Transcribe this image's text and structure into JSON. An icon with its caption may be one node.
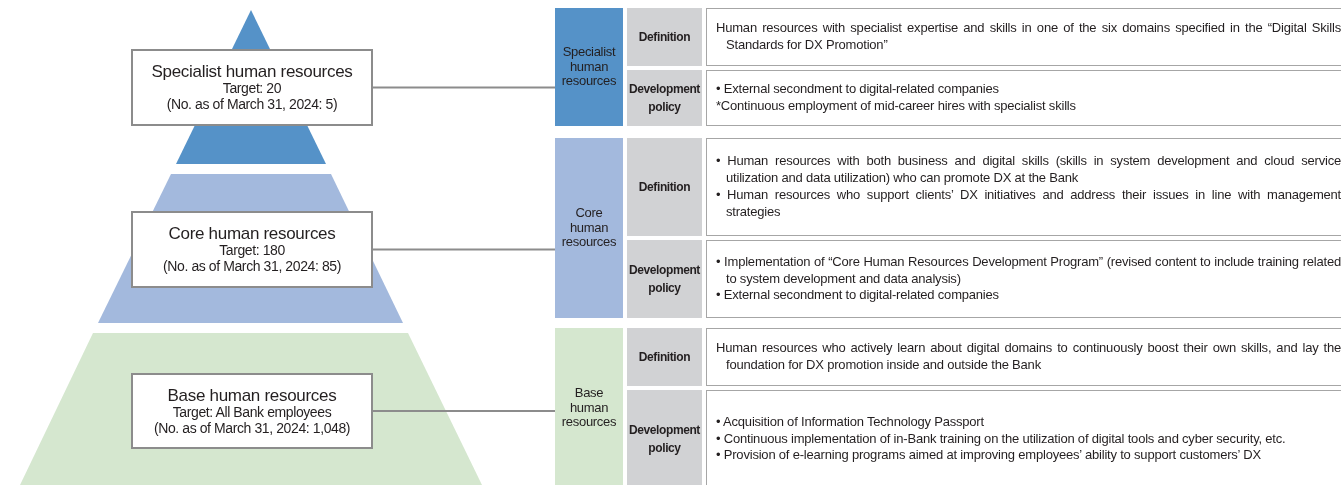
{
  "diagram": {
    "nodes": [
      {
        "text": [
          "Specialist human resources",
          "Target: 20",
          "(No. as of March 31, 2024: 5)"
        ]
      },
      {
        "text": [
          "Specialist human resources"
        ]
      },
      {
        "text": [
          "Definition"
        ]
      },
      {
        "text": [
          "Human resources with specialist expertise and skills in one of the six domains specified in the “Digital Skills Standards for DX Promotion”"
        ]
      },
      {
        "text": [
          "Development policy"
        ]
      },
      {
        "text": [
          "• External secondment to digital-related companies",
          "*Continuous employment of mid-career hires with specialist skills"
        ]
      },
      {
        "text": [
          "Core human resources",
          "Target: 180",
          "(No. as of March 31, 2024: 85)"
        ]
      },
      {
        "text": [
          "Core human resources"
        ]
      },
      {
        "text": [
          "Definition"
        ]
      },
      {
        "text": [
          "• Human resources with both business and digital skills (skills in system development and cloud service utilization and data utilization) who can promote DX at the Bank",
          "• Human resources who support clients’ DX initiatives and address their issues in line with management strategies"
        ]
      },
      {
        "text": [
          "Development policy"
        ]
      },
      {
        "text": [
          "• Implementation of “Core Human Resources Development Program” (revised content to include training related to system development and data analysis)",
          "• External secondment to digital-related companies"
        ]
      },
      {
        "text": [
          "Base human resources",
          "Target: All Bank employees",
          "(No. as of March 31, 2024: 1,048)"
        ]
      },
      {
        "text": [
          "Base human resources"
        ]
      },
      {
        "text": [
          "Definition"
        ]
      },
      {
        "text": [
          "Human resources who actively learn about digital domains to continuously boost their own skills, and lay the foundation for DX promotion inside and outside the Bank"
        ]
      },
      {
        "text": [
          "Development policy"
        ]
      },
      {
        "text": [
          "• Acquisition of Information Technology Passport",
          "• Continuous implementation of in-Bank training on the utilization of digital tools and cyber security, etc.",
          "• Provision of e-learning programs aimed at improving employees’ ability to support customers’ DX"
        ]
      }
    ],
    "edges": [
      {
        "from": 0,
        "to": 1,
        "arrow": "none"
      },
      {
        "from": 6,
        "to": 7,
        "arrow": "none"
      },
      {
        "from": 12,
        "to": 13,
        "arrow": "none"
      }
    ]
  }
}
